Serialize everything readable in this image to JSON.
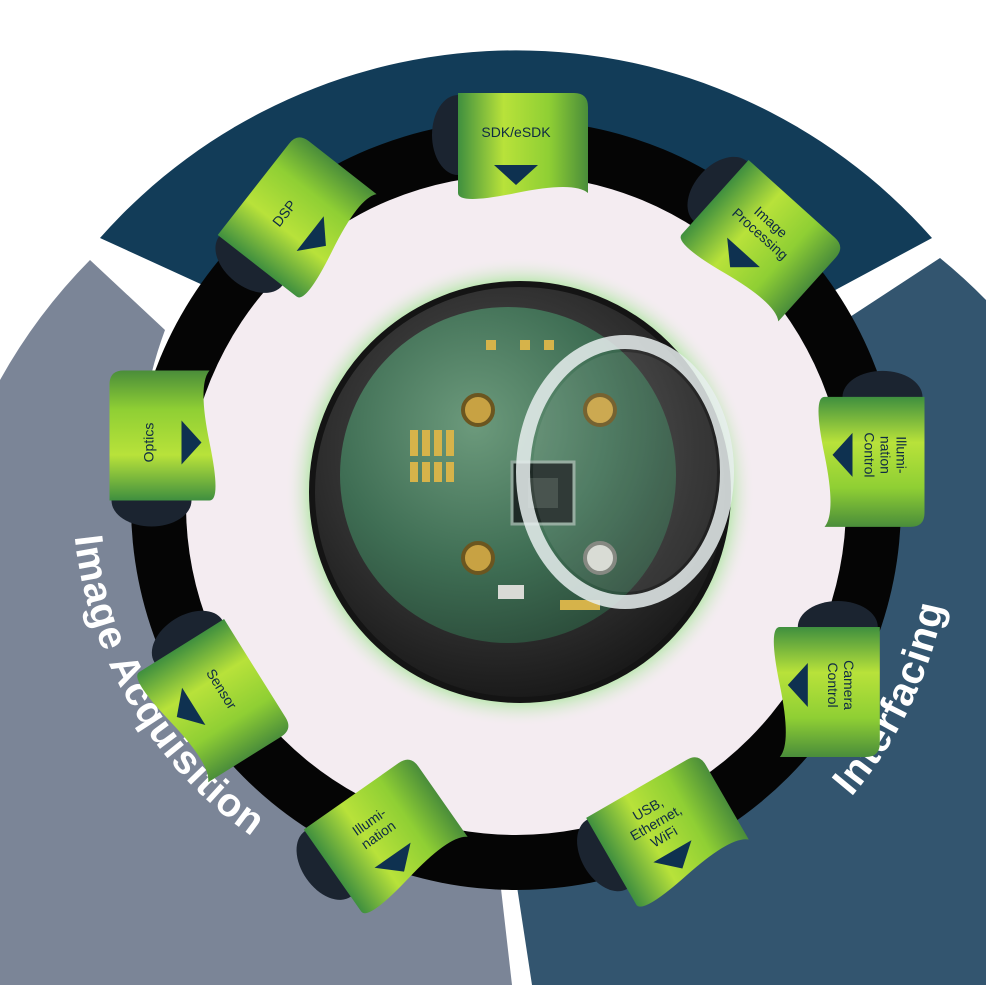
{
  "sectors": [
    {
      "id": "intelligence",
      "title": "Intelligence",
      "color": "#123c58"
    },
    {
      "id": "interfacing",
      "title": "Interfacing",
      "color": "#33556f"
    },
    {
      "id": "image-acquisition",
      "title": "Image Acquisition",
      "color": "#7b8597"
    }
  ],
  "tabs": [
    {
      "id": "sdk",
      "lines": [
        "SDK/eSDK"
      ]
    },
    {
      "id": "image-processing",
      "lines": [
        "Image",
        "Processing"
      ]
    },
    {
      "id": "illumination-control",
      "lines": [
        "Illumi-",
        "nation",
        "Control"
      ]
    },
    {
      "id": "camera-control",
      "lines": [
        "Camera",
        "Control"
      ]
    },
    {
      "id": "usb-ethernet-wifi",
      "lines": [
        "USB,",
        "Ethernet,",
        "WiFi"
      ]
    },
    {
      "id": "illumination",
      "lines": [
        "Illumi-",
        "nation"
      ]
    },
    {
      "id": "sensor",
      "lines": [
        "Sensor"
      ]
    },
    {
      "id": "optics",
      "lines": [
        "Optics"
      ]
    },
    {
      "id": "dsp",
      "lines": [
        "DSP"
      ]
    }
  ],
  "colors": {
    "ring": "#050505",
    "inner": "#f4ecf1",
    "tab_light": "#b8e23a",
    "tab_dark": "#2f7a3a",
    "pointer": "#0e3150",
    "glow": "#9fe38f",
    "board": "#3a6e52"
  }
}
